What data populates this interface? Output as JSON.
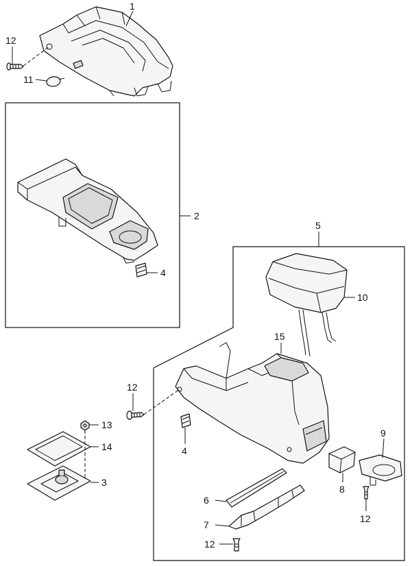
{
  "callouts": {
    "c1": "1",
    "c2": "2",
    "c3": "3",
    "c4a": "4",
    "c4b": "4",
    "c5": "5",
    "c6": "6",
    "c7": "7",
    "c8": "8",
    "c9": "9",
    "c10": "10",
    "c11": "11",
    "c12a": "12",
    "c12b": "12",
    "c12c": "12",
    "c12d": "12",
    "c13": "13",
    "c14": "14",
    "c15": "15"
  }
}
